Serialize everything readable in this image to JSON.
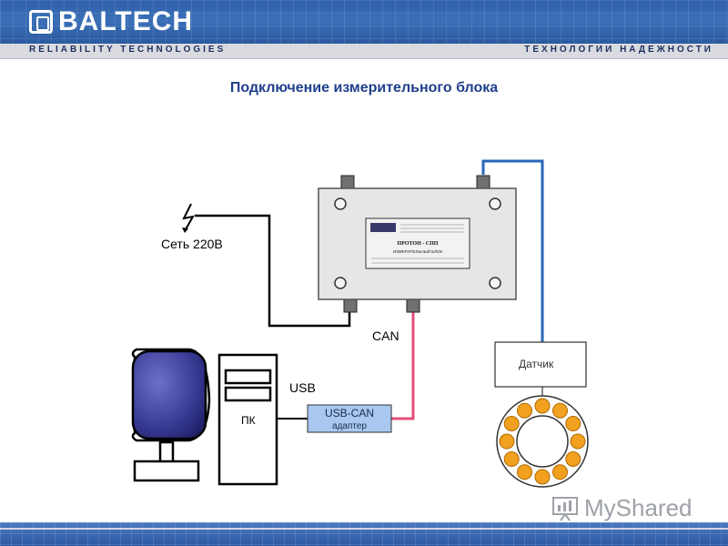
{
  "header": {
    "logo_text": "BALTECH",
    "tagline_left": "RELIABILITY TECHNOLOGIES",
    "tagline_right": "ТЕХНОЛОГИИ НАДЕЖНОСТИ"
  },
  "title": "Подключение измерительного блока",
  "diagram": {
    "mains_label": "Сеть 220В",
    "can_label": "CAN",
    "usb_label": "USB",
    "pc_label": "ПК",
    "adapter_line1": "USB-CAN",
    "adapter_line2": "адаптер",
    "sensor_label": "Датчик",
    "device_name": "ПРОТОН - СПП",
    "device_subtitle": "ИЗМЕРИТЕЛЬНЫЙ БЛОК"
  },
  "watermark": {
    "text": "MyShared"
  },
  "colors": {
    "title": "#1f3f8c",
    "can_cable": "#e0507a",
    "sensor_cable": "#2a66b8",
    "adapter_fill": "#a8c8f0",
    "bearing_ball": "#f2a020"
  }
}
